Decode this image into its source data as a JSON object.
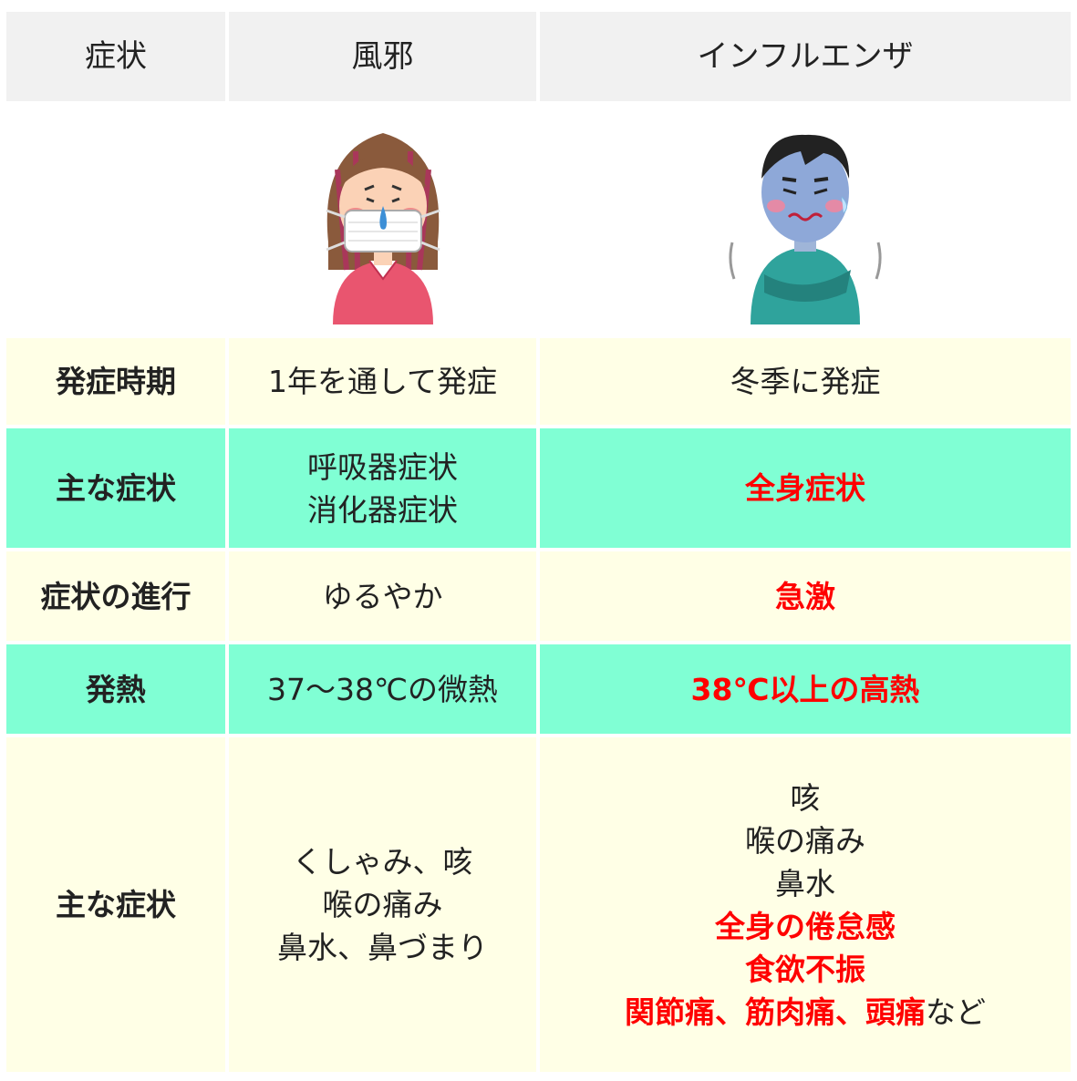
{
  "header": {
    "col1": "症状",
    "col2": "風邪",
    "col3": "インフルエンザ"
  },
  "images": {
    "cold": "woman-with-mask-and-runny-nose-illustration",
    "flu": "shivering-man-with-fever-illustration"
  },
  "rows": [
    {
      "label": "発症時期",
      "cold": [
        "1年を通して発症"
      ],
      "flu": [
        {
          "text": "冬季に発症",
          "red": false
        }
      ]
    },
    {
      "label": "主な症状",
      "cold": [
        "呼吸器症状",
        "消化器症状"
      ],
      "flu": [
        {
          "text": "全身症状",
          "red": true
        }
      ]
    },
    {
      "label": "症状の進行",
      "cold": [
        "ゆるやか"
      ],
      "flu": [
        {
          "text": "急激",
          "red": true
        }
      ]
    },
    {
      "label": "発熱",
      "cold": [
        "37～38℃の微熱"
      ],
      "flu": [
        {
          "text": "38℃以上の高熱",
          "red": true
        }
      ]
    },
    {
      "label": "主な症状",
      "cold": [
        "くしゃみ、咳",
        "喉の痛み",
        "鼻水、鼻づまり"
      ],
      "flu": [
        {
          "text": "咳",
          "red": false
        },
        {
          "text": "喉の痛み",
          "red": false
        },
        {
          "text": "鼻水",
          "red": false
        },
        {
          "text": "全身の倦怠感",
          "red": true
        },
        {
          "text": "食欲不振",
          "red": true
        },
        {
          "text": "関節痛、筋肉痛、頭痛",
          "red": true,
          "suffix": "など"
        }
      ]
    }
  ],
  "colors": {
    "header_bg": "#f1f1f1",
    "cream_bg": "#ffffe6",
    "mint_bg": "#80ffd4",
    "emphasis": "#ff0000"
  }
}
